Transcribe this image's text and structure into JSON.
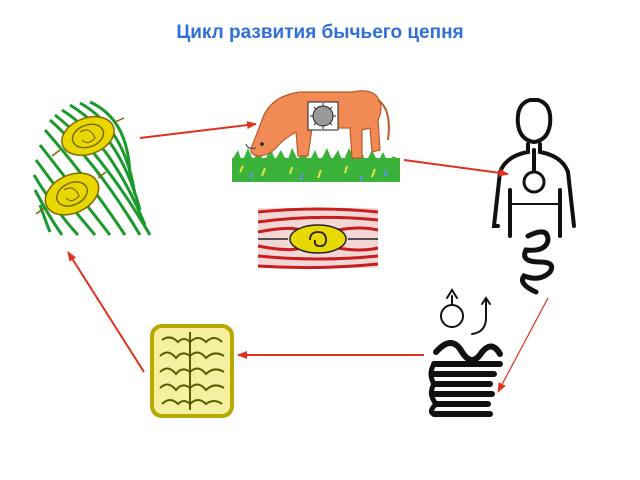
{
  "title": "Цикл развития бычьего цепня",
  "colors": {
    "title": "#2f6fd8",
    "arrow": "#e0321e",
    "leaf": "#1a9a2a",
    "egg": "#e8d800",
    "cow": "#f28a55",
    "grass": "#3bb33b",
    "muscle_red": "#c81e1e",
    "worm": "#111111",
    "proglottid": "#d8d000"
  },
  "stages": [
    {
      "id": "eggs-on-grass",
      "icon": "leaf-with-eggs-icon"
    },
    {
      "id": "cow-grazing",
      "icon": "cow-icon"
    },
    {
      "id": "cysticercus-in-muscle",
      "icon": "finna-in-muscle-icon"
    },
    {
      "id": "human-host",
      "icon": "human-silhouette-icon"
    },
    {
      "id": "adult-tapeworm",
      "icon": "tapeworm-icon"
    },
    {
      "id": "mature-proglottid",
      "icon": "proglottid-icon"
    }
  ]
}
